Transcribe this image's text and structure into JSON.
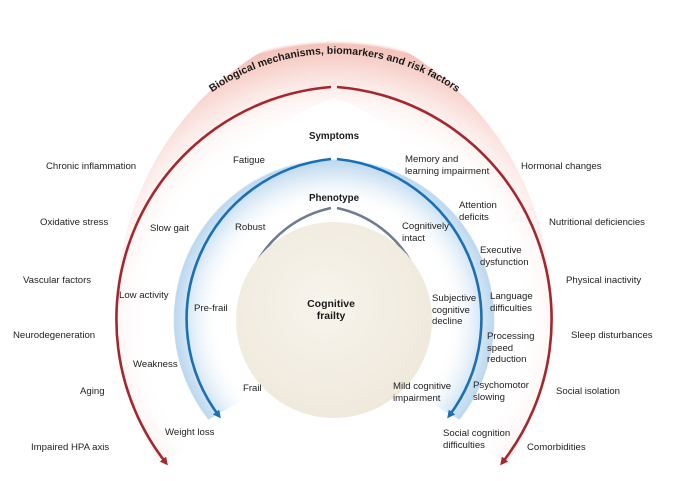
{
  "outer_title": "Biological mechanisms, biomarkers and risk factors",
  "symptoms_title": "Symptoms",
  "phenotype_title": "Phenotype",
  "center": {
    "line1": "Cognitive",
    "line2": "frailty"
  },
  "outer_left": [
    "Chronic inflammation",
    "Oxidative stress",
    "Vascular factors",
    "Neurodegeneration",
    "Aging",
    "Impaired HPA axis"
  ],
  "outer_right": [
    "Hormonal changes",
    "Nutritional deficiencies",
    "Physical inactivity",
    "Sleep disturbances",
    "Social isolation",
    "Comorbidities"
  ],
  "symptoms_left": [
    "Fatigue",
    "Slow gait",
    "Low activity",
    "Weakness",
    "Weight loss"
  ],
  "symptoms_right": [
    {
      "l1": "Memory and",
      "l2": "learning impairment"
    },
    {
      "l1": "Attention",
      "l2": "deficits"
    },
    {
      "l1": "Executive",
      "l2": "dysfunction"
    },
    {
      "l1": "Language",
      "l2": "difficulties"
    },
    {
      "l1": "Processing",
      "l2": "speed",
      "l3": "reduction"
    },
    {
      "l1": "Psychomotor",
      "l2": "slowing"
    },
    {
      "l1": "Social cognition",
      "l2": "difficulties"
    }
  ],
  "phenotype_left": [
    "Robust",
    "Pre-frail",
    "Frail"
  ],
  "phenotype_right": [
    {
      "l1": "Cognitively",
      "l2": "intact"
    },
    {
      "l1": "Subjective",
      "l2": "cognitive",
      "l3": "decline"
    },
    {
      "l1": "Mild cognitive",
      "l2": "impairment"
    }
  ],
  "colors": {
    "outer_arc": "#a6262d",
    "outer_glow": "#f3b8ae",
    "symptoms_arc": "#1a6fb5",
    "symptoms_glow": "#b9d6ee",
    "phenotype_arc": "#6f7b90",
    "center_fill": "#efe9dc"
  }
}
